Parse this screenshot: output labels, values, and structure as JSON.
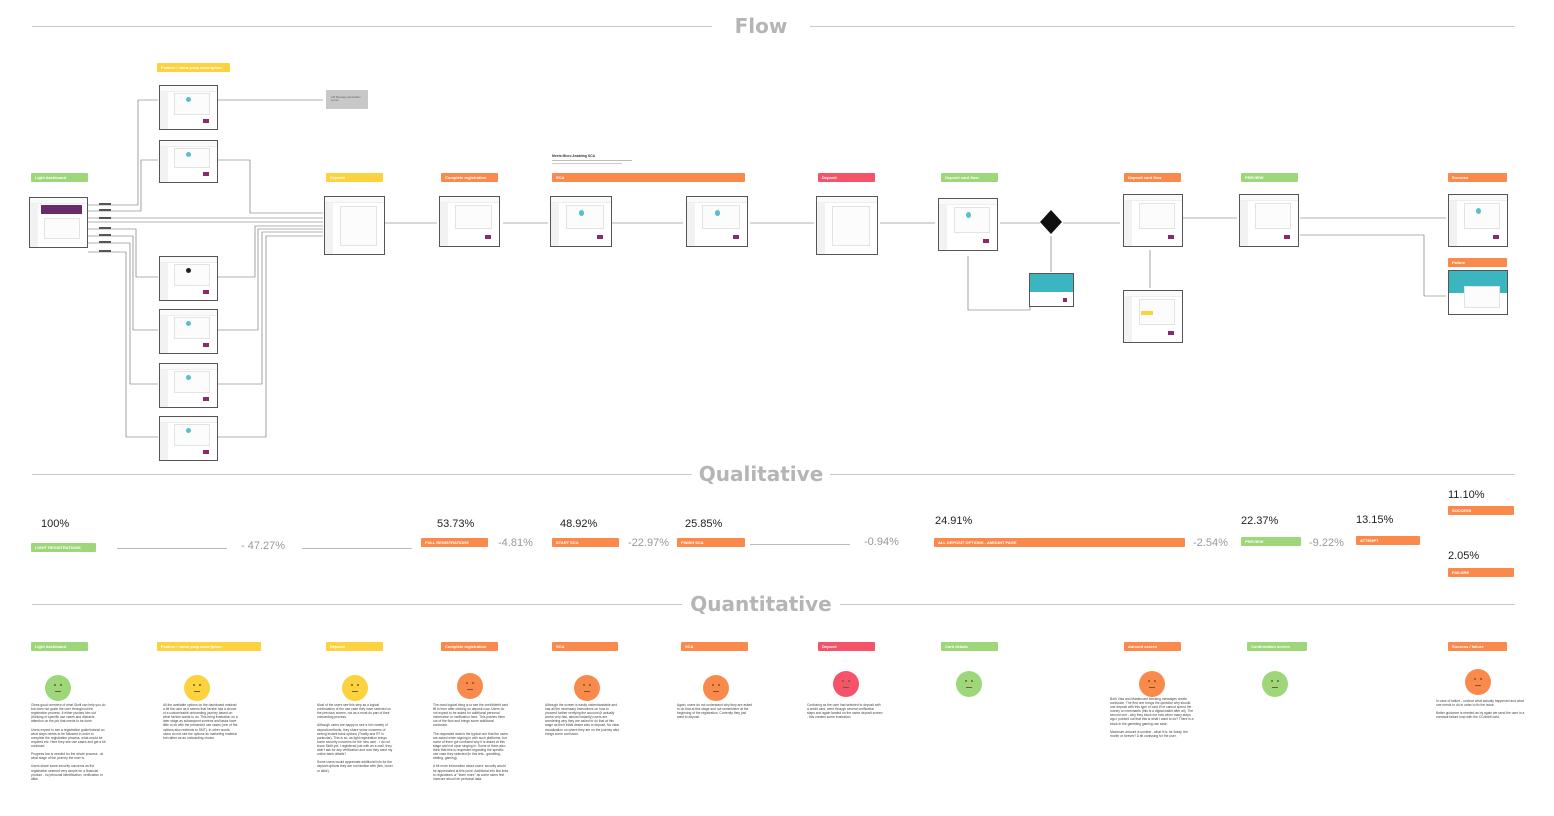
{
  "sections": {
    "flow": "Flow",
    "qualitative": "Qualitative",
    "quantitative": "Quantitative"
  },
  "colors": {
    "green": "#9ed77a",
    "yellow": "#fcd23f",
    "orange": "#fa8a4c",
    "red": "#f5536a",
    "grey_text": "#b5b5b5"
  },
  "flow": {
    "stages": [
      {
        "label": "Light dashboard",
        "color": "green"
      },
      {
        "label": "Feature / value prop description",
        "color": "yellow"
      },
      {
        "label": "Deposit",
        "color": "yellow"
      },
      {
        "label": "Complete registration",
        "color": "orange"
      },
      {
        "label": "SCA",
        "color": "orange"
      },
      {
        "label": "Deposit",
        "color": "red"
      },
      {
        "label": "Deposit card flow",
        "color": "green"
      },
      {
        "label": "Deposit card flow",
        "color": "orange"
      },
      {
        "label": "PREVIEW",
        "color": "green"
      },
      {
        "label": "Success",
        "color": "orange"
      },
      {
        "label": "Failure",
        "color": "orange"
      }
    ],
    "sca_note_title": "Meets Micro Anabling SCA",
    "grey_box_text": "API Message placeholder screen"
  },
  "qualitative": {
    "items": [
      {
        "pct": "100%",
        "label": "LIGHT REGISTRATIONS",
        "color": "green"
      },
      {
        "drop": "- 47.27%"
      },
      {
        "pct": "53.73%",
        "label": "FULL REGISTRATIONS",
        "color": "orange"
      },
      {
        "drop": "-4.81%"
      },
      {
        "pct": "48.92%",
        "label": "START SCA",
        "color": "orange"
      },
      {
        "drop": "-22.97%"
      },
      {
        "pct": "25.85%",
        "label": "FINISH SCA",
        "color": "orange"
      },
      {
        "drop": "-0.94%"
      },
      {
        "pct": "24.91%",
        "label": "ALL DEPOSIT OPTIONS - AMOUNT PAGE",
        "color": "orange"
      },
      {
        "drop": "-2.54%"
      },
      {
        "pct": "22.37%",
        "label": "PREVIEW",
        "color": "green"
      },
      {
        "drop": "-9.22%"
      },
      {
        "pct": "13.15%",
        "label": "ATTEMPT",
        "color": "orange"
      },
      {
        "pct": "11.10%",
        "label": "SUCCESS",
        "color": "orange"
      },
      {
        "pct": "2.05%",
        "label": "FAILURE",
        "color": "orange"
      }
    ]
  },
  "quantitative": {
    "columns": [
      {
        "label": "Light dashboard",
        "color": "green",
        "face": "green",
        "text": "Gives good overview of what Skrill can help you do but does not guide the user throughout the registration process. It either pushes him out (thinking of specific use cases and distracts attention on the job that needs to be done.\n\nUsers expect to see a registration guide/tutorial on what steps needs to be followed in order to complete the registration process, what would be required etc. Here they see use cases and get a bit confused.\n\nProgress bar is needed for the whole process - at what stage of the journey the user is.\n\nUsers share some security concerns as the registration seemed very simple for a financial product - no personal identification, verification or alike."
      },
      {
        "label": "Feature / value prop description",
        "color": "yellow",
        "face": "yellow",
        "text": "All the available options on the dashboard mislead a bit the user as it seems that he/she has a choice of a customizable onboarding journey based on what he/she wants to do. This bring frustration on a later stage as subsequent screens and tasks have little to do with the presented use cases (one of the options also redirects to SMT). In other words, users do not see the options as marketing material but rather as an onboarding choice."
      },
      {
        "label": "Deposit",
        "color": "yellow",
        "face": "yellow",
        "text": "Most of the users see this step as a logical continuation of the use case they have selected on the previous screen, not as a must do part of their onboarding process.\n\nAlthough users are happy to see a rich variety of deposit methods, they share some concerns of seeing instant bank options (Trustly and RT in particular). This is so, as light registration brings some security concerns for the new user - I do not know Skrill yet, I registered just with an e-mail, they didn't ask for any verification and now they want my online bank details?\n\nSome users would appreciate additional info for the deposit options they are not familiar with (link, hover or alike)."
      },
      {
        "label": "Complete registration",
        "color": "orange",
        "face": "orange",
        "text": "The most logical thing is to see the credit/debit card fill in form after clicking on deposit now. Users do not expect to be asked for additional personal information or verification here. This pushes them out of the flow and brings some additional confusion.\n\nThe requested data is the typical one that the users are asked when signing in with such platforms, but some of them got confused why it is asked at this stage and not upon singing in. Some of them also think that this is requested regarding the specific use case they selected (in this test - gambling, betting, gaming).\n\nA bit more information about users' security would be appreciated at this point. Additional info like links to regulations or \"learn more\" as some users feel insecure about her personal data."
      },
      {
        "label": "SCA",
        "color": "orange",
        "face": "orange",
        "text": "Although the screen is easily understandable and has all the necessary instructions on how to proceed further verifying the account (it actually works very fast, almost instantly) users are wondering why they are asked to do that at this stage as their initial desire was to deposit. No clear visualization on where they are on the journey also brings some confusion."
      },
      {
        "label": "SCA",
        "color": "orange",
        "face": "orange",
        "text": "Again, users do not understand why they are asked to do that at this stage and not somewhere at the beginning of the registration. Currently they just want to deposit."
      },
      {
        "label": "Deposit",
        "color": "red",
        "face": "red",
        "text": "Confusing as the user had selected to deposit with a credit card, went through several verification steps and again landed on the same deposit screen - this creates some frustration."
      },
      {
        "label": "Card details",
        "color": "green",
        "face": "green",
        "text": ""
      },
      {
        "label": "Amount screen",
        "color": "orange",
        "face": "orange",
        "text": "Both Visa and Mastercard blocking messages create confusion. The first one brings the question why should one deposit with this type of card if he cannot spend the money on merchants (this is a digital wallet after all). The second one - why they block me now when many steps ago I pointed out that this is what I want to do? There is a block in the gambling gaming use case.\n\nMaximum amount is unclear - what it is: for today, the month or forever? A bit confusing for the user."
      },
      {
        "label": "Confirmation screen",
        "color": "green",
        "face": "green",
        "text": ""
      },
      {
        "label": "Success / failure",
        "color": "orange",
        "face": "orange",
        "text": "In case of failure - unclear what actually happened and what one needs to do in order to fix the issue.\n\nBetter guidance is needed as by again we send the user in a constant failure loop with the CC/debit card."
      }
    ]
  }
}
